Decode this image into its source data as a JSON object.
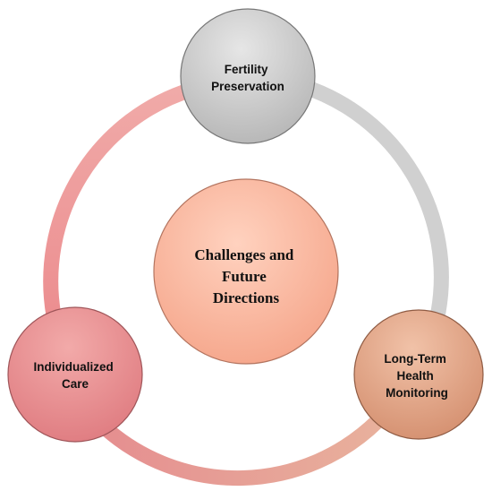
{
  "diagram": {
    "center": {
      "lines": [
        "Challenges and",
        "Future",
        "Directions"
      ]
    },
    "nodes": [
      {
        "id": "fertility",
        "lines": [
          "Fertility",
          "Preservation"
        ]
      },
      {
        "id": "monitoring",
        "lines": [
          "Long-Term",
          "Health",
          "Monitoring"
        ]
      },
      {
        "id": "care",
        "lines": [
          "Individualized",
          "Care"
        ]
      }
    ]
  },
  "colors": {
    "arc_top_to_right": "#cfcfcf",
    "arc_right_to_left": "#e3a79a",
    "arc_left_to_top": "#ef9c9c",
    "center_fill": "#f7ae94",
    "fertility_fill": "#c4c4c4",
    "monitoring_fill": "#e2a284",
    "care_fill": "#e98d90"
  }
}
